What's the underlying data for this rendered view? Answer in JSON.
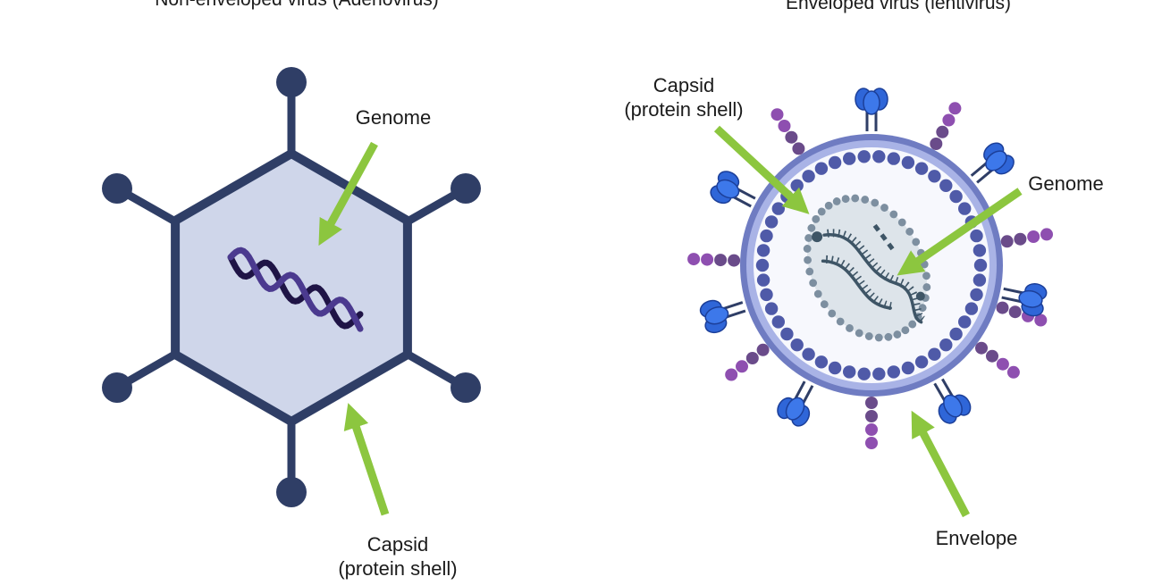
{
  "left_panel": {
    "title": "Non-enveloped virus (Adenovirus)",
    "labels": {
      "genome": "Genome",
      "capsid_line1": "Capsid",
      "capsid_line2": "(protein shell)"
    }
  },
  "right_panel": {
    "title": "Enveloped virus (lentivirus)",
    "labels": {
      "capsid_line1": "Capsid",
      "capsid_line2": "(protein shell)",
      "genome": "Genome",
      "envelope": "Envelope"
    }
  },
  "colors": {
    "arrow": "#8cc63f",
    "adeno_outline": "#2f3e66",
    "adeno_fill": "#cfd6ea",
    "dna_dark": "#1f1446",
    "dna_light": "#4b3a8f",
    "envelope_ring": "#6f7cc2",
    "envelope_inner": "#a9b3e6",
    "capsid_bead": "#4f5aa8",
    "genome_fill": "#dde4ea",
    "genome_dots": "#7d8fa0",
    "rna": "#3e5566",
    "spike_blue": "#2f66d8",
    "stalk_purple": "#6a4b8a",
    "bead_purple": "#8e4fb0"
  }
}
